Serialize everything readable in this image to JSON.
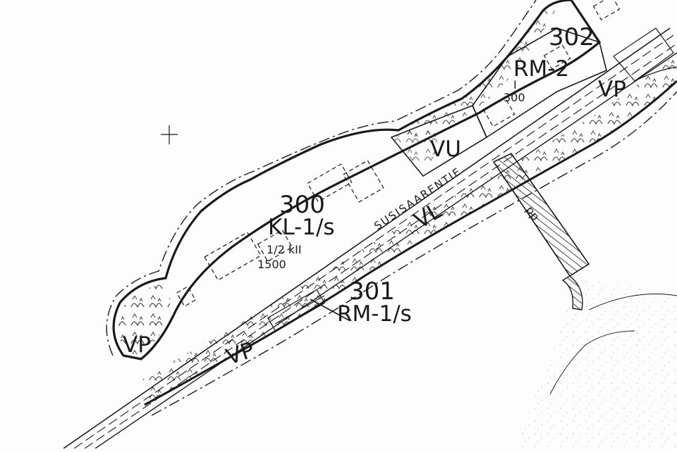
{
  "map": {
    "blocks": [
      {
        "number": "300",
        "zone": "KL-1/s",
        "floors": "1/2 kII",
        "floor_area": "1500"
      },
      {
        "number": "301",
        "zone": "RM-1/s"
      },
      {
        "number": "302",
        "zone": "RM-2",
        "floors": "I",
        "floor_area": "300"
      }
    ],
    "areas": {
      "vp_west": "VP",
      "vp_south": "VP",
      "vp_northeast": "VP",
      "vu": "VU",
      "vl": "VL"
    },
    "road_name": "SUSISAARENTIE",
    "path_label": "pp"
  },
  "colors": {
    "ink": "#1a1a1a",
    "paper": "#fdfdfd"
  }
}
